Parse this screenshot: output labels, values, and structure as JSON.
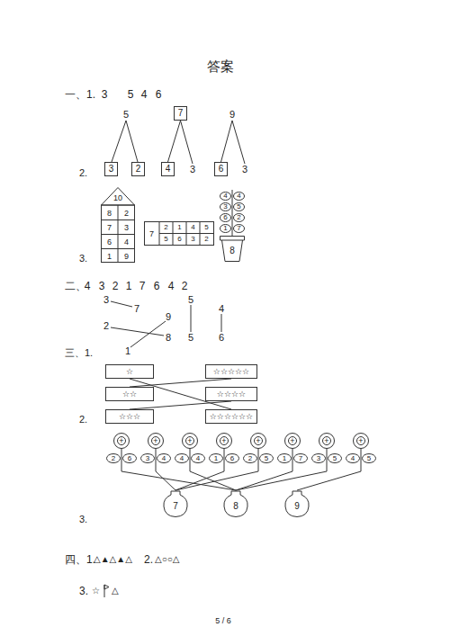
{
  "diagram": {
    "title": "答案",
    "nodes": [
      {
        "text": [
          "3"
        ]
      },
      {
        "text": [
          "2"
        ]
      },
      {
        "text": [
          "7"
        ]
      },
      {
        "text": [
          "4"
        ]
      },
      {
        "text": [
          "6"
        ]
      },
      {
        "text": [
          "10"
        ]
      },
      {
        "text": [
          "4"
        ]
      },
      {
        "text": [
          "4"
        ]
      },
      {
        "text": [
          "3"
        ]
      },
      {
        "text": [
          "5"
        ]
      },
      {
        "text": [
          "6"
        ]
      },
      {
        "text": [
          "2"
        ]
      },
      {
        "text": [
          "1"
        ]
      },
      {
        "text": [
          "7"
        ]
      },
      {
        "text": [
          "8"
        ]
      },
      {
        "text": [
          "☆"
        ]
      },
      {
        "text": [
          "☆☆☆☆☆"
        ]
      },
      {
        "text": [
          "☆☆"
        ]
      },
      {
        "text": [
          "☆☆☆☆"
        ]
      },
      {
        "text": [
          "☆☆☆"
        ]
      },
      {
        "text": [
          "☆☆☆☆☆☆"
        ]
      },
      {
        "text": [
          "+"
        ]
      },
      {
        "text": [
          "2"
        ],
        "in": 21
      },
      {
        "text": [
          "6"
        ],
        "in": 21
      },
      {
        "text": [
          "+"
        ]
      },
      {
        "text": [
          "3"
        ],
        "in": 24
      },
      {
        "text": [
          "4"
        ],
        "in": 24
      },
      {
        "text": [
          "+"
        ]
      },
      {
        "text": [
          "4"
        ],
        "in": 27
      },
      {
        "text": [
          "4"
        ],
        "in": 27
      },
      {
        "text": [
          "+"
        ]
      },
      {
        "text": [
          "1"
        ],
        "in": 30
      },
      {
        "text": [
          "6"
        ],
        "in": 30
      },
      {
        "text": [
          "+"
        ]
      },
      {
        "text": [
          "2"
        ],
        "in": 33
      },
      {
        "text": [
          "5"
        ],
        "in": 33
      },
      {
        "text": [
          "+"
        ]
      },
      {
        "text": [
          "1"
        ],
        "in": 36
      },
      {
        "text": [
          "7"
        ],
        "in": 36
      },
      {
        "text": [
          "+"
        ]
      },
      {
        "text": [
          "3"
        ],
        "in": 39
      },
      {
        "text": [
          "5"
        ],
        "in": 39
      },
      {
        "text": [
          "+"
        ]
      },
      {
        "text": [
          "4"
        ],
        "in": 42
      },
      {
        "text": [
          "5"
        ],
        "in": 42
      },
      {
        "text": [
          "7"
        ]
      },
      {
        "text": [
          "8"
        ]
      },
      {
        "text": [
          "9"
        ]
      }
    ],
    "edges": [
      {
        "from": 2,
        "to": 3,
        "arrow": "none"
      },
      {
        "from": 15,
        "to": 20,
        "arrow": "none"
      },
      {
        "from": 17,
        "to": 16,
        "arrow": "none"
      },
      {
        "from": 19,
        "to": 18,
        "arrow": "none"
      },
      {
        "from": 21,
        "to": 46,
        "arrow": "none"
      },
      {
        "from": 24,
        "to": 45,
        "arrow": "none"
      },
      {
        "from": 27,
        "to": 46,
        "arrow": "none"
      },
      {
        "from": 30,
        "to": 45,
        "arrow": "none"
      },
      {
        "from": 33,
        "to": 45,
        "arrow": "none"
      },
      {
        "from": 36,
        "to": 46,
        "arrow": "none"
      },
      {
        "from": 39,
        "to": 46,
        "arrow": "none"
      },
      {
        "from": 42,
        "to": 47,
        "arrow": "none"
      }
    ],
    "labels": [
      "一、1.",
      "3",
      "5",
      "4",
      "6",
      "2.",
      "5",
      "3",
      "9",
      "3",
      "3.",
      "8",
      "2",
      "7",
      "3",
      "6",
      "4",
      "1",
      "9",
      "7",
      "2",
      "1",
      "4",
      "5",
      "5",
      "6",
      "3",
      "2",
      "二、",
      "4",
      "3",
      "2",
      "1",
      "7",
      "6",
      "4",
      "2",
      "3",
      "5",
      "7",
      "4",
      "9",
      "2",
      "8",
      "5",
      "6",
      "三、1.",
      "1",
      "2.",
      "3.",
      "四、1.",
      "△▲△▲△",
      "2.",
      "△○○△",
      "3.",
      "☆",
      "△",
      "5 / 6"
    ]
  }
}
